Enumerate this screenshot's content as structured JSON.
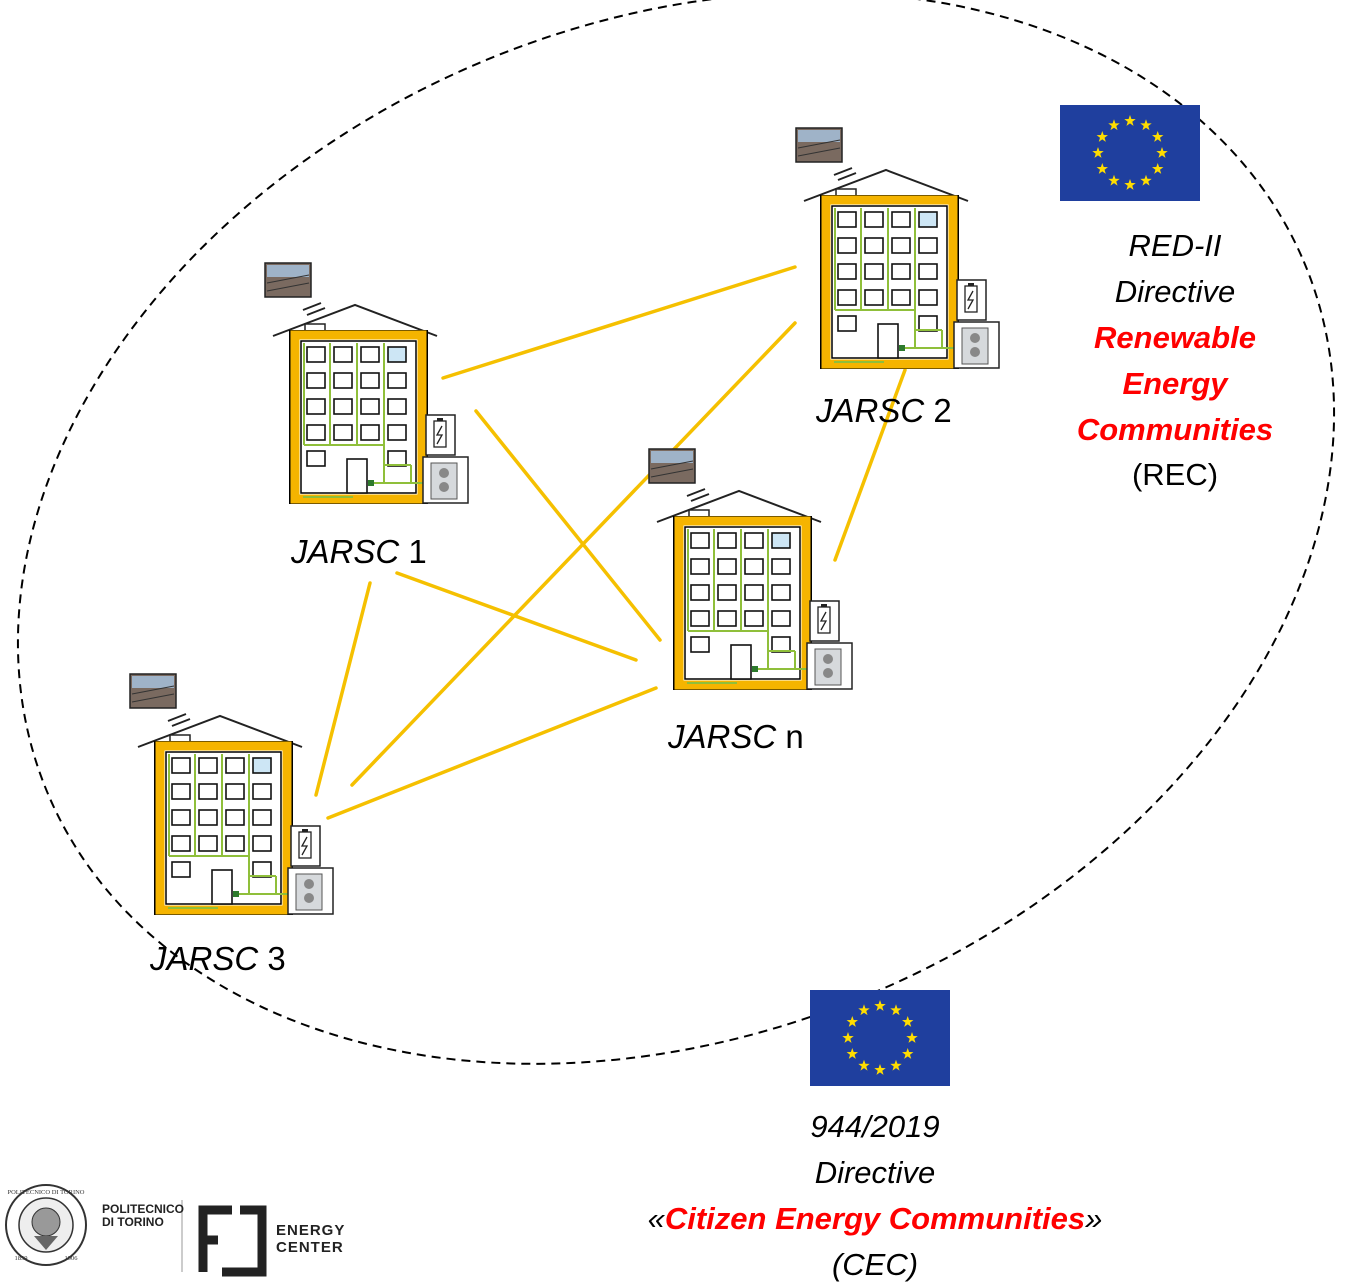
{
  "buildings": [
    {
      "id": "jarsc-1",
      "label_italic": "JARSC",
      "label_suffix": " 1"
    },
    {
      "id": "jarsc-2",
      "label_italic": "JARSC",
      "label_suffix": " 2"
    },
    {
      "id": "jarsc-n",
      "label_italic": "JARSC",
      "label_suffix": " n"
    },
    {
      "id": "jarsc-3",
      "label_italic": "JARSC",
      "label_suffix": " 3"
    }
  ],
  "red_directive": {
    "line1": "RED-II",
    "line2": "Directive",
    "highlight_line1": "Renewable",
    "highlight_line2": "Energy",
    "highlight_line3": "Communities",
    "abbr": "(REC)"
  },
  "cec_directive": {
    "line1": "944/2019",
    "line2": "Directive",
    "open_quote": "«",
    "highlight": "Citizen Energy Communities",
    "close_quote": "»",
    "abbr": "(CEC)"
  },
  "logos": {
    "polito_line1": "POLITECNICO",
    "polito_line2": "DI TORINO",
    "seal_text": "POLITECNICO DI TORINO",
    "seal_year_left": "1859",
    "seal_year_right": "1906",
    "ec_line1": "ENERGY",
    "ec_line2": "CENTER"
  },
  "colors": {
    "connection": "#f5c000",
    "building_frame": "#f5b400",
    "pipe": "#8fbf3a",
    "eu_blue": "#1f3f9e",
    "eu_star": "#ffdd00",
    "highlight": "#ff0000"
  }
}
